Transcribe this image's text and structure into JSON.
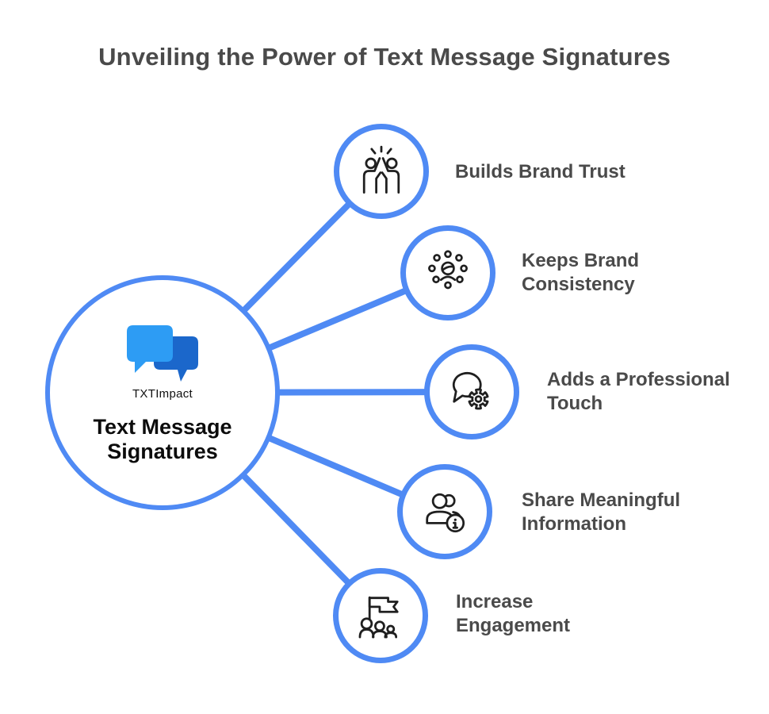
{
  "title": "Unveiling the Power of Text Message Signatures",
  "colors": {
    "accent_blue": "#4F8AF4",
    "logo_light_blue": "#2D9CF4",
    "logo_dark_blue": "#1B67CB",
    "heading_gray": "#4A4A4A",
    "center_text_black": "#0C0C0C",
    "icon_stroke": "#1F1F1F",
    "background": "#FFFFFF"
  },
  "center_node": {
    "logo_icon": "chat-bubbles-icon",
    "logo_text": "TXTImpact",
    "label": "Text Message Signatures"
  },
  "nodes": [
    {
      "label": "Builds Brand Trust",
      "icon": "high-five-icon"
    },
    {
      "label": "Keeps Brand Consistency",
      "icon": "person-network-icon"
    },
    {
      "label": "Adds a Professional Touch",
      "icon": "speech-bubble-gear-icon"
    },
    {
      "label": "Share Meaningful Information",
      "icon": "people-info-icon"
    },
    {
      "label": "group-flag",
      "icon": "group-flag-icon"
    }
  ],
  "node_labels": {
    "n1": "Builds Brand Trust",
    "n2": "Keeps Brand Consistency",
    "n3": "Adds a Professional Touch",
    "n4": "Share Meaningful Information",
    "n5": "Increase Engagement"
  }
}
